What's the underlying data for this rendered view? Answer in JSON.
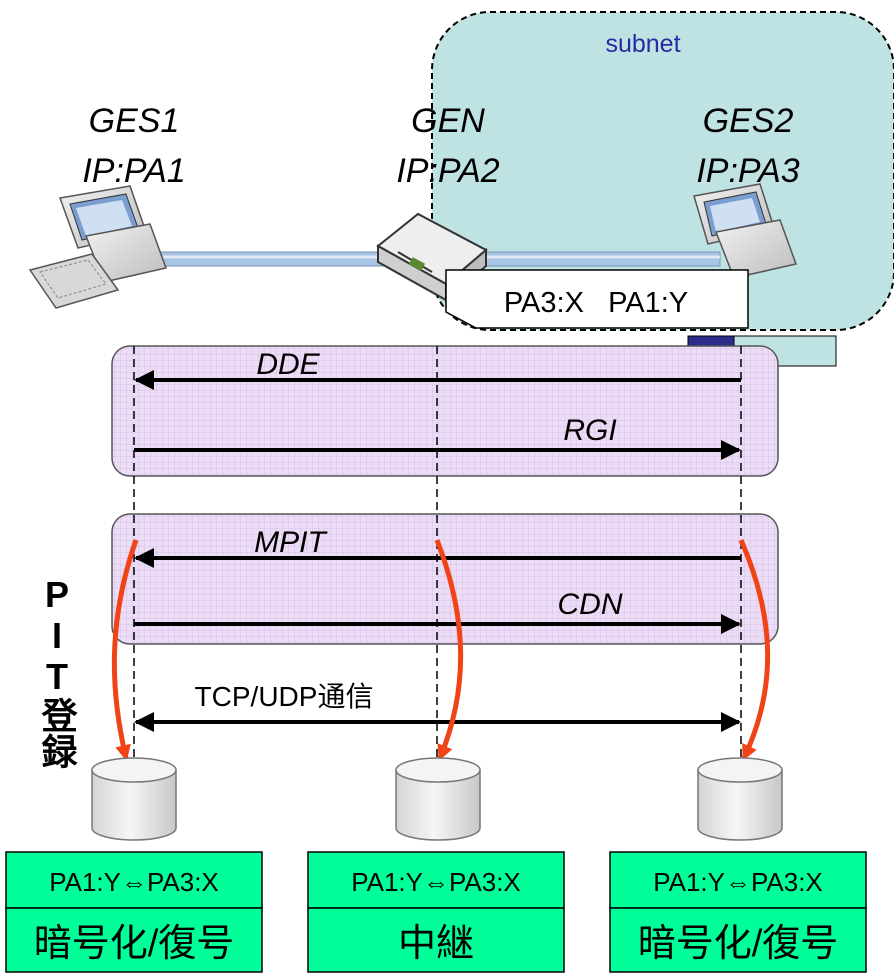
{
  "subnet": {
    "label": "subnet",
    "fill": "#bfe3e3",
    "text_color": "#2a2aa0"
  },
  "nodes": [
    {
      "name": "GES1",
      "ip": "IP:PA1"
    },
    {
      "name": "GEN",
      "ip": "IP:PA2"
    },
    {
      "name": "GES2",
      "ip": "IP:PA3"
    }
  ],
  "packet_header": {
    "text": "PA3:X   PA1:Y"
  },
  "messages": [
    {
      "label": "DDE",
      "direction": "left"
    },
    {
      "label": "RGI",
      "direction": "right"
    },
    {
      "label": "MPIT",
      "direction": "left"
    },
    {
      "label": "CDN",
      "direction": "right"
    }
  ],
  "pit_label": "PIT登録",
  "communication": {
    "label": "TCP/UDP通信"
  },
  "tables": [
    {
      "mapping": "PA1:Y⇔PA3:X",
      "role": "暗号化/復号"
    },
    {
      "mapping": "PA1:Y⇔PA3:X",
      "role": "中継"
    },
    {
      "mapping": "PA1:Y⇔PA3:X",
      "role": "暗号化/復号"
    }
  ],
  "colors": {
    "phase_fill": "#e8d8f4",
    "phase_stroke": "#444444",
    "table_fill": "#00ff99",
    "arrow_red": "#f04418",
    "link_blue": "#a8c4e4",
    "packet_dark": "#2c2c8c",
    "packet_light": "#bfe3e3"
  }
}
